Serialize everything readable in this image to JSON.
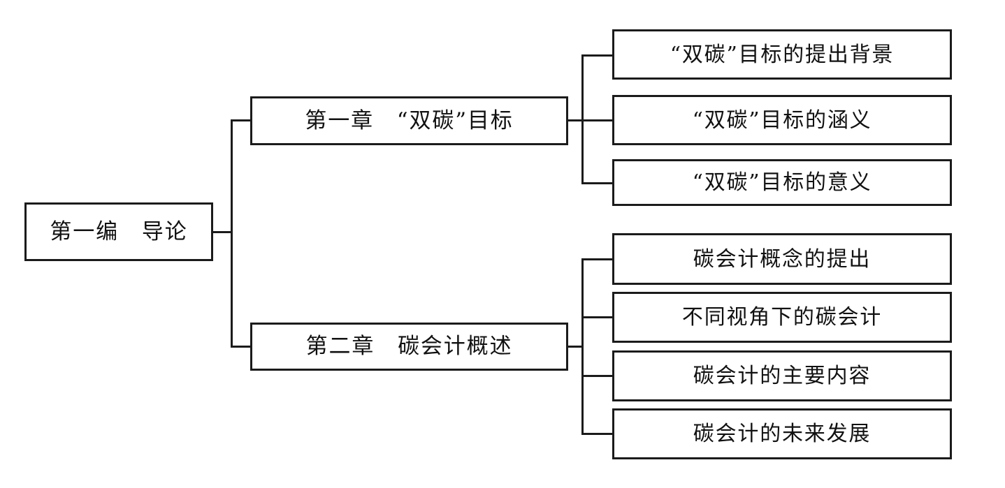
{
  "diagram": {
    "type": "tree-outline",
    "title_text": "第一编　导论",
    "root": {
      "label": "第一编　导论",
      "name": "root-node"
    },
    "branches": [
      {
        "name": "chapter-1",
        "label": "第一章　“双碳”目标",
        "children": [
          {
            "name": "leaf-background",
            "label": "“双碳”目标的提出背景"
          },
          {
            "name": "leaf-meaning",
            "label": "“双碳”目标的涵义"
          },
          {
            "name": "leaf-significance",
            "label": "“双碳”目标的意义"
          }
        ]
      },
      {
        "name": "chapter-2",
        "label": "第二章　碳会计概述",
        "children": [
          {
            "name": "leaf-concept",
            "label": "碳会计概念的提出"
          },
          {
            "name": "leaf-perspectives",
            "label": "不同视角下的碳会计"
          },
          {
            "name": "leaf-main-content",
            "label": "碳会计的主要内容"
          },
          {
            "name": "leaf-future",
            "label": "碳会计的未来发展"
          }
        ]
      }
    ],
    "colors": {
      "line": "#1b1b1b",
      "text": "#111111",
      "background": "#ffffff"
    }
  }
}
